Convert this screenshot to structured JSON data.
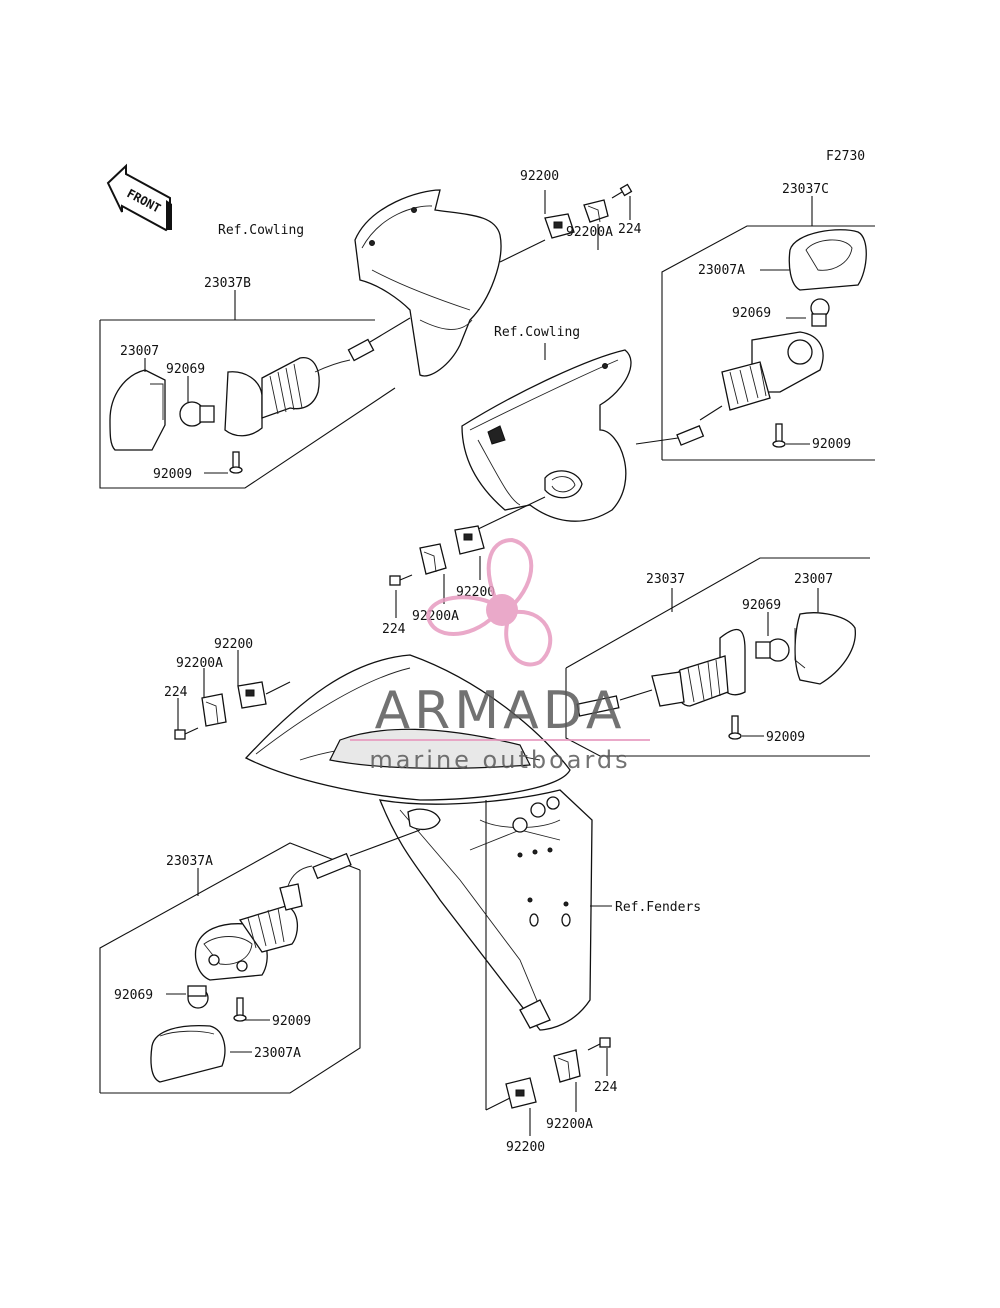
{
  "figure_code": "F2730",
  "front_arrow_text": "FRONT",
  "watermark": {
    "brand": "ARMADA",
    "tagline": "marine outboards",
    "color_text": "#5a5a5a",
    "color_logo": "#e79bc0"
  },
  "labels": {
    "ref_cowling_left": "Ref.Cowling",
    "ref_cowling_center": "Ref.Cowling",
    "ref_fenders": "Ref.Fenders",
    "a_23037B": "23037B",
    "a_23007": "23007",
    "a_92069": "92069",
    "a_92009": "92009",
    "b_92200": "92200",
    "b_224": "224",
    "b_92200A": "92200A",
    "c_23037C": "23037C",
    "c_23007A": "23007A",
    "c_92069": "92069",
    "c_92009": "92009",
    "d_92200": "92200",
    "d_224": "224",
    "d_92200A": "92200A",
    "e_23037": "23037",
    "e_23007": "23007",
    "e_92069": "92069",
    "e_92009": "92009",
    "f_92200": "92200",
    "f_92200A": "92200A",
    "f_224": "224",
    "g_23037A": "23037A",
    "g_92069": "92069",
    "g_92009": "92009",
    "g_23007A": "23007A",
    "h_224": "224",
    "h_92200A": "92200A",
    "h_92200": "92200"
  }
}
